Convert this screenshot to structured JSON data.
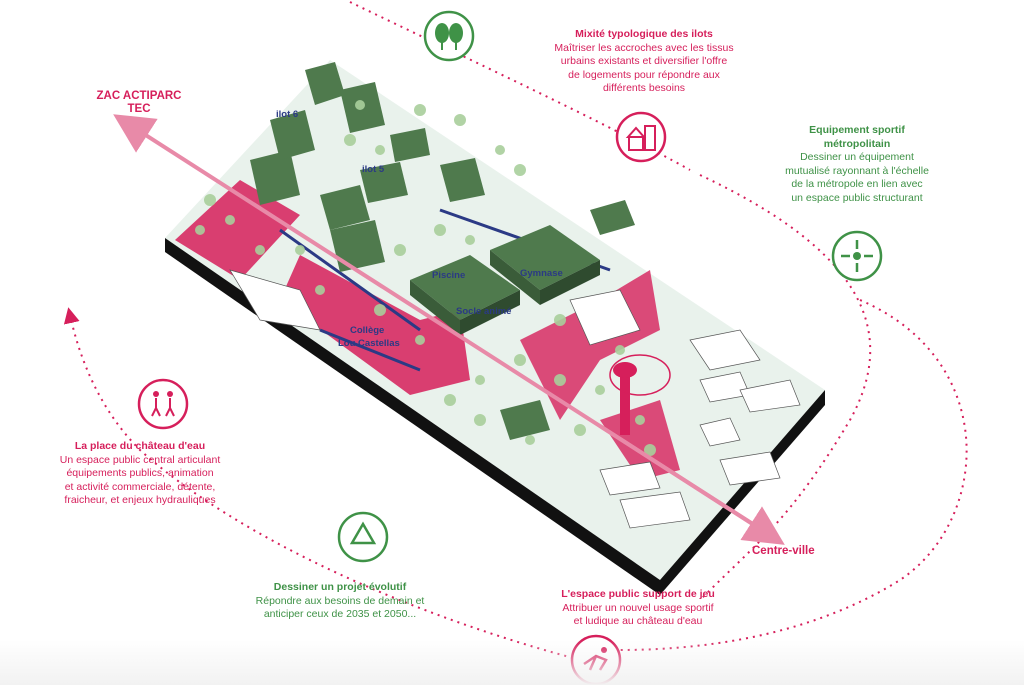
{
  "colors": {
    "pink": "#d61f5b",
    "green": "#3f9247",
    "navy": "#2b3a85",
    "dark_green": "#4f7a4d"
  },
  "annotations": {
    "mixite": {
      "title": "Mixité typologique des ilots",
      "lines": [
        "Maîtriser les accroches avec les tissus",
        "urbains existants et diversifier l'offre",
        "de logements pour répondre aux",
        "différents besoins"
      ],
      "icon": "building-icon"
    },
    "equipement": {
      "title_lines": [
        "Equipement sportif",
        "métropolitain"
      ],
      "lines": [
        "Dessiner un équipement",
        "mutualisé rayonnant à l'échelle",
        "de la métropole en lien avec",
        "un espace public structurant"
      ],
      "icon": "converge-arrows-icon"
    },
    "place": {
      "title": "La place du château d'eau",
      "lines": [
        "Un espace public central articulant",
        "équipements publics, animation",
        "et activité commerciale, détente,",
        "fraicheur, et enjeux hydrauliques"
      ],
      "icon": "people-walking-icon"
    },
    "evolutif": {
      "title": "Dessiner un projet évolutif",
      "lines": [
        "Répondre aux besoins de demain et",
        "anticiper ceux de 2035 et 2050..."
      ],
      "icon": "recycle-icon"
    },
    "jeu": {
      "title": "L'espace public support de jeu",
      "lines": [
        "Attribuer un nouvel usage sportif",
        "et ludique au château d'eau"
      ],
      "icon": "child-playing-icon"
    },
    "top": {
      "icon": "trees-icon"
    }
  },
  "directions": {
    "zac": [
      "ZAC ACTIPARC",
      "TEC"
    ],
    "centre": "Centre-ville"
  },
  "map_labels": {
    "ilot6": "ilot 6",
    "ilot5": "ilot 5",
    "piscine": "Piscine",
    "gymnase": "Gymnase",
    "socle": "Socle animé",
    "college": [
      "Collège",
      "Lou Castellas"
    ]
  }
}
